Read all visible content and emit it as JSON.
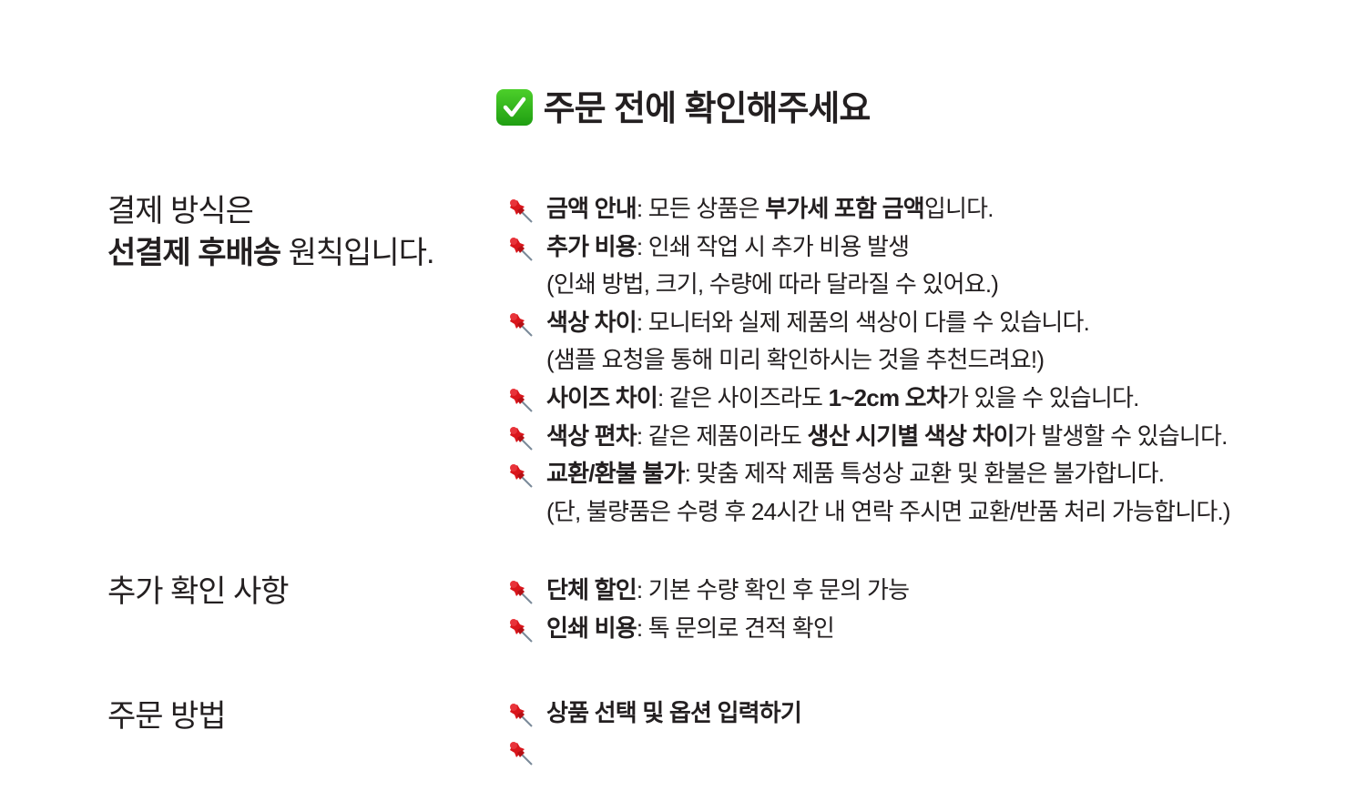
{
  "title": "주문 전에 확인해주세요",
  "colors": {
    "text": "#231f20",
    "accent": "#e3161b",
    "check": "#2fb51c"
  },
  "sections": [
    {
      "label_line1": "결제 방식은",
      "label_em": "선결제 후배송",
      "label_rest": " 원칙입니다.",
      "rows": [
        {
          "pin": true,
          "segs": [
            {
              "t": "금액 안내",
              "b": true
            },
            {
              "t": ": 모든 상품은 ",
              "b": false
            },
            {
              "t": "부가세 포함 금액",
              "b": true
            },
            {
              "t": "입니다.",
              "b": false
            }
          ]
        },
        {
          "pin": true,
          "segs": [
            {
              "t": "추가 비용",
              "b": true
            },
            {
              "t": ": 인쇄 작업 시 추가 비용 발생",
              "b": false
            }
          ]
        },
        {
          "pin": false,
          "segs": [
            {
              "t": "(인쇄 방법, 크기, 수량에 따라 달라질 수 있어요.)",
              "b": false
            }
          ]
        },
        {
          "pin": true,
          "segs": [
            {
              "t": "색상 차이",
              "b": true
            },
            {
              "t": ": 모니터와 실제 제품의 색상이 다를 수 있습니다.",
              "b": false
            }
          ]
        },
        {
          "pin": false,
          "segs": [
            {
              "t": "(샘플 요청을 통해 미리 확인하시는 것을 추천드려요!)",
              "b": false
            }
          ]
        },
        {
          "pin": true,
          "segs": [
            {
              "t": "사이즈 차이",
              "b": true
            },
            {
              "t": ": 같은 사이즈라도 ",
              "b": false
            },
            {
              "t": "1~2cm 오차",
              "b": true
            },
            {
              "t": "가 있을 수 있습니다.",
              "b": false
            }
          ]
        },
        {
          "pin": true,
          "segs": [
            {
              "t": "색상 편차",
              "b": true
            },
            {
              "t": ": 같은 제품이라도 ",
              "b": false
            },
            {
              "t": "생산 시기별 색상 차이",
              "b": true
            },
            {
              "t": "가 발생할 수 있습니다.",
              "b": false
            }
          ]
        },
        {
          "pin": true,
          "segs": [
            {
              "t": "교환/환불 불가",
              "b": true
            },
            {
              "t": ": 맞춤 제작 제품 특성상 교환 및 환불은 불가합니다.",
              "b": false
            }
          ]
        },
        {
          "pin": false,
          "segs": [
            {
              "t": "(단, 불량품은 수령 후 24시간 내 연락 주시면 교환/반품 처리 가능합니다.)",
              "b": false
            }
          ]
        }
      ]
    },
    {
      "label_line1": "추가 확인 사항",
      "rows": [
        {
          "pin": true,
          "segs": [
            {
              "t": "단체 할인",
              "b": true
            },
            {
              "t": ": 기본 수량 확인 후 문의 가능",
              "b": false
            }
          ]
        },
        {
          "pin": true,
          "segs": [
            {
              "t": "인쇄 비용",
              "b": true
            },
            {
              "t": ": 톡 문의로 견적 확인",
              "b": false
            }
          ]
        }
      ]
    },
    {
      "label_line1": "주문 방법",
      "rows": [
        {
          "pin": true,
          "segs": [
            {
              "t": "상품 선택 및 옵션 입력하기",
              "b": true
            }
          ]
        },
        {
          "pin": true,
          "segs": []
        }
      ]
    }
  ]
}
